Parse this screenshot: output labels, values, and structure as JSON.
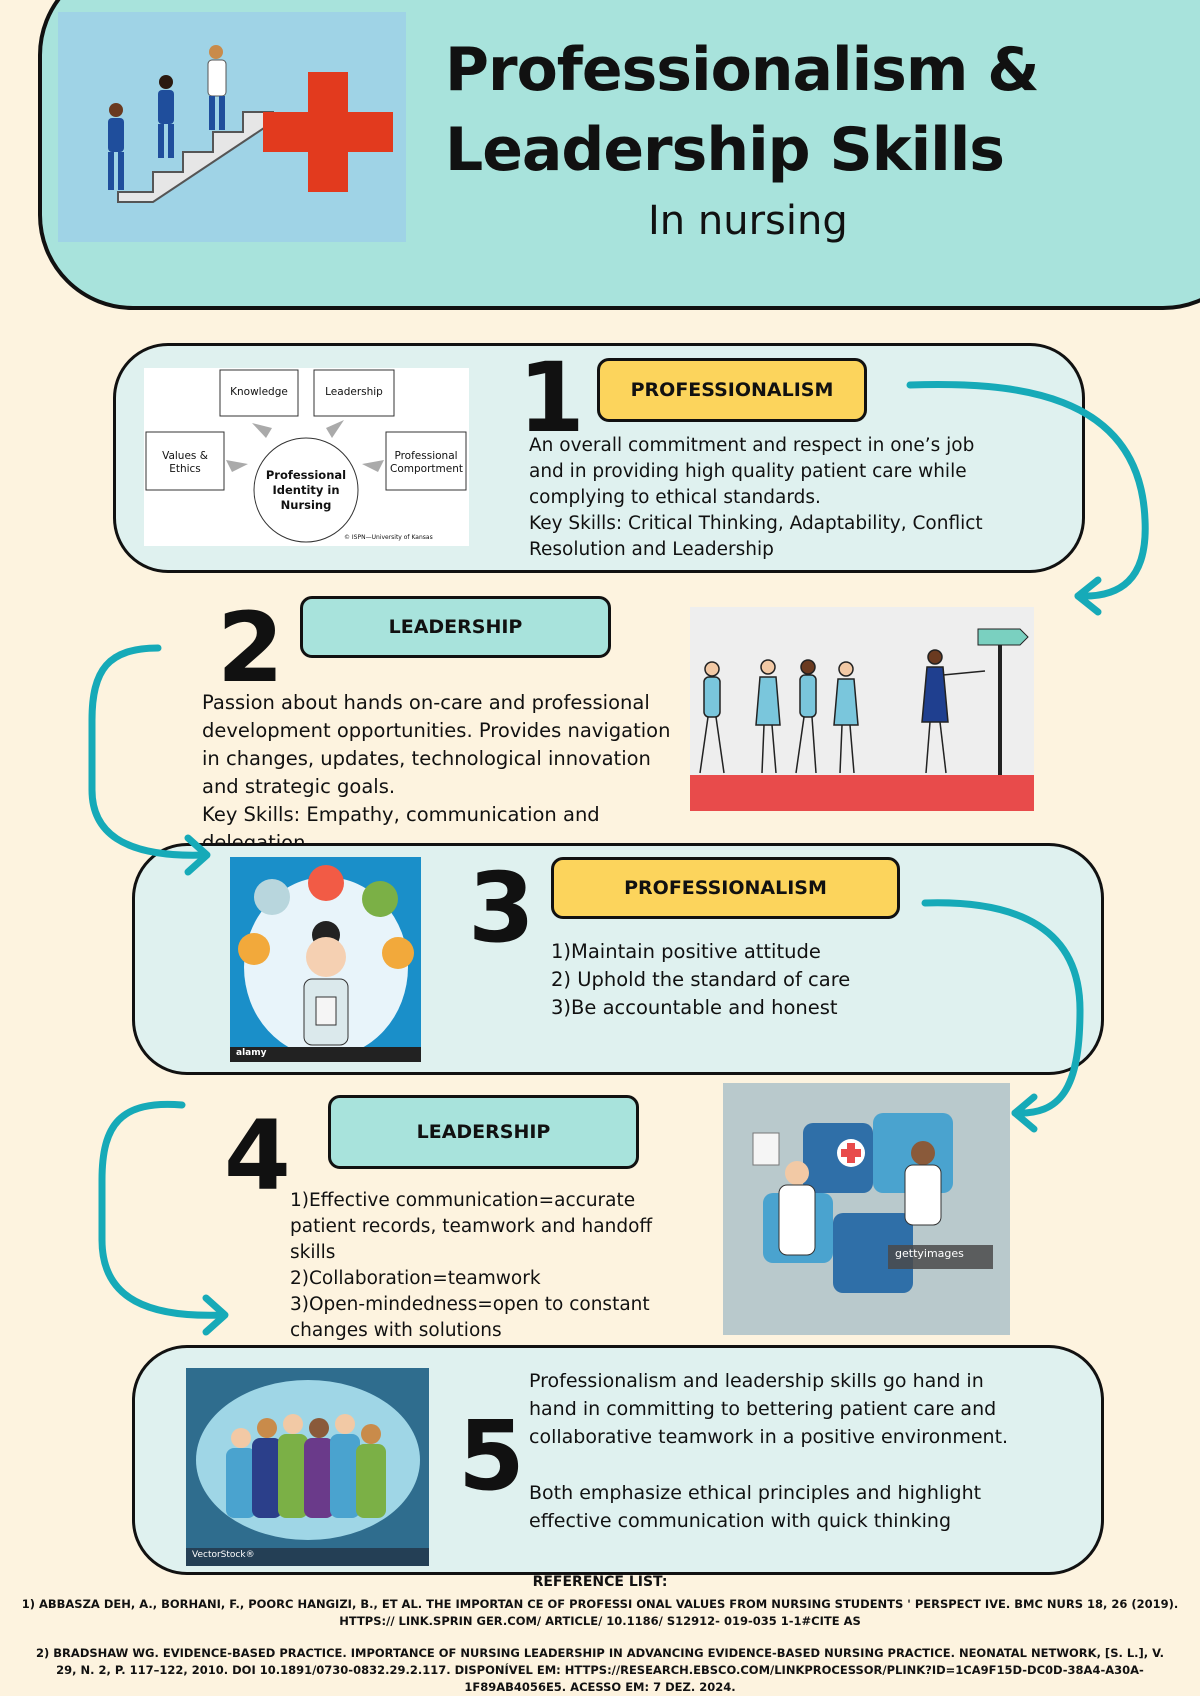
{
  "header": {
    "title_line1": "Professionalism &",
    "title_line2": "Leadership Skills",
    "subtitle": "In nursing"
  },
  "section1": {
    "number": "1",
    "label": "PROFESSIONALISM",
    "text": "An overall commitment and respect in one’s job and in providing high quality patient care while complying to ethical standards.",
    "skills": "Key Skills: Critical Thinking, Adaptability, Conflict Resolution and Leadership",
    "diagram": {
      "top_left": "Knowledge",
      "top_right": "Leadership",
      "left": "Values & Ethics",
      "right": "Professional Comportment",
      "center": "Professional Identity in Nursing",
      "credit": "© ISPN—University of Kansas"
    }
  },
  "section2": {
    "number": "2",
    "label": "LEADERSHIP",
    "text": "Passion about hands on-care and professional development opportunities. Provides navigation in changes, updates, technological innovation and strategic goals.",
    "skills": "Key Skills: Empathy, communication and delegation"
  },
  "section3": {
    "number": "3",
    "label": "PROFESSIONALISM",
    "items": [
      "1)Maintain positive attitude",
      "2) Uphold the standard of care",
      "3)Be accountable and honest"
    ],
    "image_credit": "alamy"
  },
  "section4": {
    "number": "4",
    "label": "LEADERSHIP",
    "items": [
      "1)Effective communication=accurate patient records, teamwork and handoff skills",
      "2)Collaboration=teamwork",
      "3)Open-mindedness=open to constant changes with solutions"
    ],
    "image_credit": "gettyimages"
  },
  "section5": {
    "number": "5",
    "text1": "Professionalism and leadership skills go hand in hand in committing to bettering patient care and collaborative teamwork in a positive environment.",
    "text2": "Both emphasize ethical principles and highlight effective communication with quick thinking",
    "image_credit": "VectorStock®"
  },
  "references": {
    "heading": "REFERENCE LIST:",
    "ref1": "1) ABBASZA DEH, A., BORHANI, F., POORC HANGIZI, B., ET AL. THE IMPORTAN CE OF PROFESSI ONAL VALUES FROM NURSING STUDENTS ' PERSPECT IVE. BMC NURS 18, 26 (2019).",
    "ref1b_pre": "HTTPS:// LINK.SPRIN ",
    "ref1b_link": "GER.COM/",
    "ref1b_post": " ARTICLE/ 10.1186/ S12912- 019-035 1-1#CITE AS",
    "ref2": "2) BRADSHAW WG. EVIDENCE-BASED PRACTICE. IMPORTANCE OF NURSING LEADERSHIP IN ADVANCING EVIDENCE-BASED NURSING PRACTICE. NEONATAL NETWORK, [S. L.], V.",
    "ref2b_pre": "29, N. 2, P. 117–122, 2010. DOI 10.1891/0730-0832.29.2.117. DISPONÍVEL EM: ",
    "ref2b_link": "HTTPS://RESEARCH.EBSCO.COM/LINKPROCESSOR/PLINK?ID=1CA9F15D-DC0D-38A4-A30A-",
    "ref2c_link": "1F89AB4056E5",
    "ref2c_post": ". ACESSO EM: 7 DEZ. 2024."
  },
  "colors": {
    "background": "#fdf3df",
    "header": "#a8e3dc",
    "card": "#dff1ef",
    "yellow_pill": "#fcd45c",
    "teal_pill": "#a8e3dc",
    "arrow": "#16aab8"
  }
}
